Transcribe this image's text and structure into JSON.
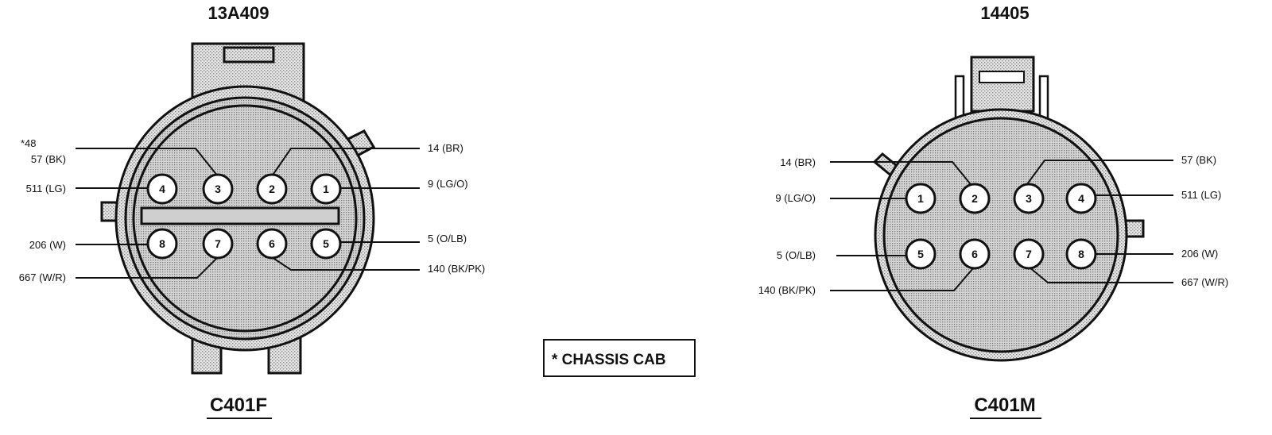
{
  "left_connector": {
    "part_number": "13A409",
    "connector_name": "C401F",
    "pins": [
      {
        "number": "1",
        "wire": "9 (LG/O)"
      },
      {
        "number": "2",
        "wire": "14 (BR)"
      },
      {
        "number": "3",
        "wire": "57 (BK)",
        "note": "*48"
      },
      {
        "number": "4",
        "wire": "511 (LG)"
      },
      {
        "number": "5",
        "wire": "5 (O/LB)"
      },
      {
        "number": "6",
        "wire": "140 (BK/PK)"
      },
      {
        "number": "7",
        "wire": "667 (W/R)"
      },
      {
        "number": "8",
        "wire": "206 (W)"
      }
    ]
  },
  "right_connector": {
    "part_number": "14405",
    "connector_name": "C401M",
    "pins": [
      {
        "number": "1",
        "wire": "9 (LG/O)"
      },
      {
        "number": "2",
        "wire": "14 (BR)"
      },
      {
        "number": "3",
        "wire": "57 (BK)"
      },
      {
        "number": "4",
        "wire": "511 (LG)"
      },
      {
        "number": "5",
        "wire": "5 (O/LB)"
      },
      {
        "number": "6",
        "wire": "140 (BK/PK)"
      },
      {
        "number": "7",
        "wire": "667 (W/R)"
      },
      {
        "number": "8",
        "wire": "206 (W)"
      }
    ]
  },
  "legend": {
    "text": "*  CHASSIS CAB"
  }
}
